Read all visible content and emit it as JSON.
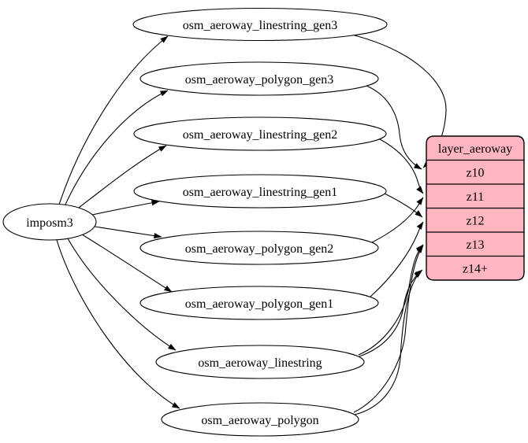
{
  "diagram": {
    "type": "etl-graph",
    "source_node": {
      "id": "imposm3",
      "label": "imposm3"
    },
    "table_nodes": [
      {
        "id": "osm_aeroway_linestring_gen3",
        "label": "osm_aeroway_linestring_gen3"
      },
      {
        "id": "osm_aeroway_polygon_gen3",
        "label": "osm_aeroway_polygon_gen3"
      },
      {
        "id": "osm_aeroway_linestring_gen2",
        "label": "osm_aeroway_linestring_gen2"
      },
      {
        "id": "osm_aeroway_linestring_gen1",
        "label": "osm_aeroway_linestring_gen1"
      },
      {
        "id": "osm_aeroway_polygon_gen2",
        "label": "osm_aeroway_polygon_gen2"
      },
      {
        "id": "osm_aeroway_polygon_gen1",
        "label": "osm_aeroway_polygon_gen1"
      },
      {
        "id": "osm_aeroway_linestring",
        "label": "osm_aeroway_linestring"
      },
      {
        "id": "osm_aeroway_polygon",
        "label": "osm_aeroway_polygon"
      }
    ],
    "layer_node": {
      "id": "layer_aeroway",
      "title": "layer_aeroway",
      "rows": [
        "z10",
        "z11",
        "z12",
        "z13",
        "z14+"
      ],
      "fill": "#ffb6c1",
      "stroke": "#000000"
    },
    "node_fill": "#ffffff",
    "edge_color": "#000000",
    "edges": [
      {
        "from": "imposm3",
        "to": "osm_aeroway_linestring_gen3"
      },
      {
        "from": "imposm3",
        "to": "osm_aeroway_polygon_gen3"
      },
      {
        "from": "imposm3",
        "to": "osm_aeroway_linestring_gen2"
      },
      {
        "from": "imposm3",
        "to": "osm_aeroway_linestring_gen1"
      },
      {
        "from": "imposm3",
        "to": "osm_aeroway_polygon_gen2"
      },
      {
        "from": "imposm3",
        "to": "osm_aeroway_polygon_gen1"
      },
      {
        "from": "imposm3",
        "to": "osm_aeroway_linestring"
      },
      {
        "from": "imposm3",
        "to": "osm_aeroway_polygon"
      },
      {
        "from": "osm_aeroway_linestring_gen3",
        "to": "layer_aeroway:z10"
      },
      {
        "from": "osm_aeroway_polygon_gen3",
        "to": "layer_aeroway:z10"
      },
      {
        "from": "osm_aeroway_linestring_gen2",
        "to": "layer_aeroway:z11"
      },
      {
        "from": "osm_aeroway_polygon_gen2",
        "to": "layer_aeroway:z11"
      },
      {
        "from": "osm_aeroway_linestring_gen1",
        "to": "layer_aeroway:z12"
      },
      {
        "from": "osm_aeroway_polygon_gen1",
        "to": "layer_aeroway:z12"
      },
      {
        "from": "osm_aeroway_linestring",
        "to": "layer_aeroway:z13"
      },
      {
        "from": "osm_aeroway_polygon",
        "to": "layer_aeroway:z13"
      },
      {
        "from": "osm_aeroway_linestring",
        "to": "layer_aeroway:z14+"
      },
      {
        "from": "osm_aeroway_polygon",
        "to": "layer_aeroway:z14+"
      }
    ]
  }
}
